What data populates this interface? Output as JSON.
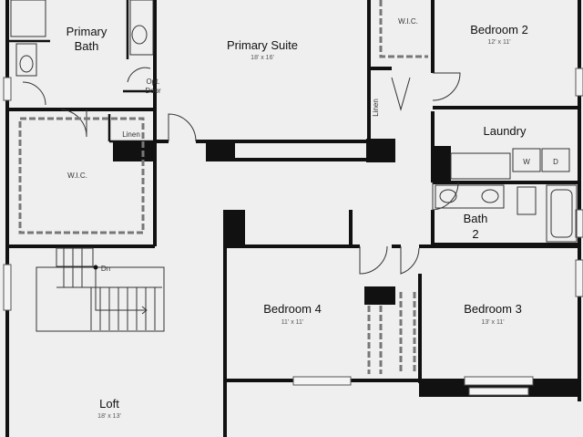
{
  "rooms": {
    "primary_bath": [
      "Primary",
      "Bath"
    ],
    "primary_suite": {
      "name": "Primary Suite",
      "size": "18' x 16'"
    },
    "wic_primary": "W.I.C.",
    "wic_bedroom2": "W.I.C.",
    "opt_door": [
      "Opt.",
      "Door"
    ],
    "linen_1": "Linen",
    "linen_2": "Linen",
    "bedroom2": {
      "name": "Bedroom 2",
      "size": "12' x 11'"
    },
    "laundry": "Laundry",
    "washer": "W",
    "dryer": "D",
    "bath2": [
      "Bath",
      "2"
    ],
    "stairs_dn": "Dn",
    "bedroom4": {
      "name": "Bedroom 4",
      "size": "11' x 11'"
    },
    "bedroom3": {
      "name": "Bedroom 3",
      "size": "13' x 11'"
    },
    "loft": {
      "name": "Loft",
      "size": "18' x 13'"
    }
  }
}
